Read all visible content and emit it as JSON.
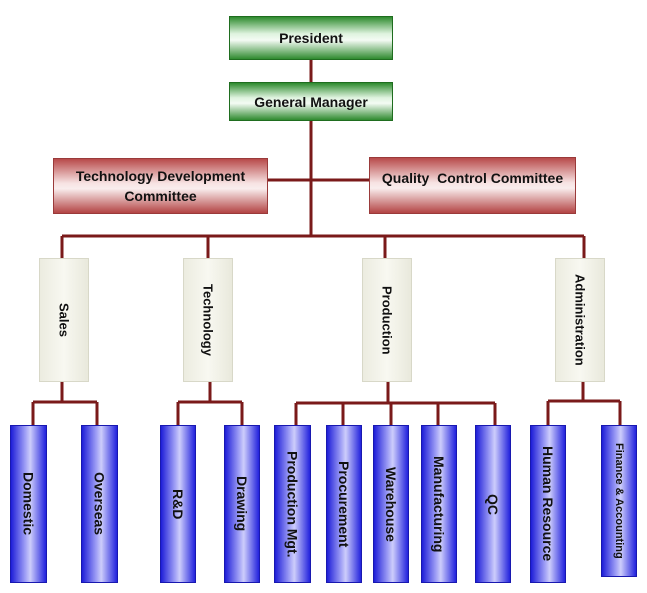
{
  "top": {
    "president": "President",
    "general_manager": "General Manager"
  },
  "committees": {
    "tech_dev": "Technology Development Committee",
    "quality_control": "Quality  Control Committee"
  },
  "departments": {
    "sales": "Sales",
    "technology": "Technology",
    "production": "Production",
    "administration": "Administration"
  },
  "units": {
    "domestic": "Domestic",
    "overseas": "Overseas",
    "rnd": "R&D",
    "drawing": "Drawing",
    "production_mgt": "Production Mgt.",
    "procurement": "Procurement",
    "warehouse": "Warehouse",
    "manufacturing": "Manufacturing",
    "qc": "QC",
    "human_resource": "Human Resource",
    "finance_accounting": "Finance & Accounting"
  },
  "colors": {
    "connector": "#7a1a1a",
    "president_green": "#2e8b2e",
    "committee_red": "#b84a4a",
    "department_beige": "#ecece0",
    "unit_blue": "#1e1ed8"
  }
}
